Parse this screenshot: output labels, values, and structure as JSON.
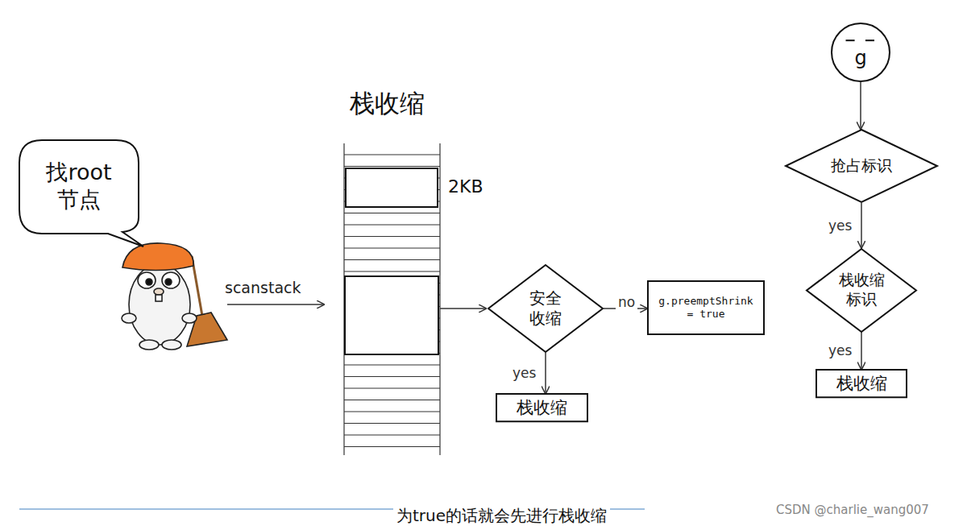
{
  "diagram": {
    "title": "栈收缩",
    "nodes": [
      {
        "text": [
          "找root 节点"
        ]
      },
      {
        "text": [
          "2KB"
        ]
      },
      {
        "text": [
          "安全 收缩"
        ]
      },
      {
        "text": [
          "g.preemptShrink = true"
        ]
      },
      {
        "text": [
          "栈收缩"
        ]
      },
      {
        "text": [
          "g"
        ]
      },
      {
        "text": [
          "抢占标识"
        ]
      },
      {
        "text": [
          "栈收缩 标识"
        ]
      },
      {
        "text": [
          "栈收缩"
        ]
      }
    ],
    "edges": [
      {
        "from": 2,
        "to": 3,
        "label": "no",
        "arrow": "to"
      },
      {
        "from": 2,
        "to": 4,
        "label": "yes",
        "arrow": "to"
      },
      {
        "from": 5,
        "to": 6,
        "arrow": "to"
      },
      {
        "from": 6,
        "to": 7,
        "label": "yes",
        "arrow": "to"
      },
      {
        "from": 7,
        "to": 8,
        "label": "yes",
        "arrow": "to"
      }
    ],
    "labels": [
      "scanstack",
      "为true的话就会先进行栈收缩",
      "CSDN @charlie_wang007"
    ]
  }
}
